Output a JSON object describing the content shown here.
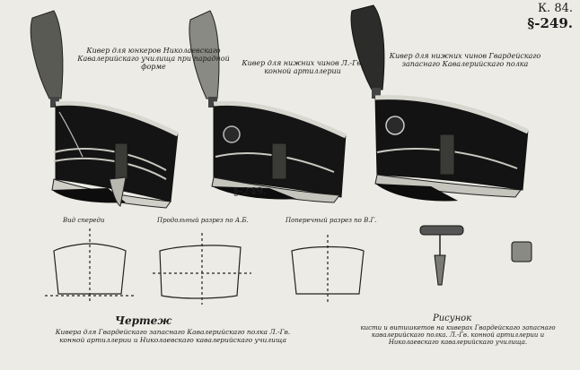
{
  "header": {
    "plate_no": "К. 84.",
    "section": "§-249."
  },
  "captions": {
    "shako1": "Кивер для юнкеров Николаевскаго Кавалерийскаго училища при парадной форме",
    "shako2": "Кивер для нижних чинов Л.-Гв. конной артиллерии",
    "shako3": "Кивер для нижних чинов Гвардейскаго запаснаго Кавалерийскаго полка",
    "center_section": "§-249.",
    "view_front": "Вид спереди",
    "view_lateral": "Продольный разрез по А.Б.",
    "view_cross": "Поперечный разрез по В.Г.",
    "drawing_title": "Чертеж",
    "drawing_desc": "Кивера для Гвардейскаго запаснаго Кавалерийскаго полка Л.-Гв. конной артиллерии и Николаевскаго кавалерийскаго училища",
    "figure_title": "Рисунок",
    "figure_desc": "кисти и витишкетов на киверах Гвардейскаго запаснаго кавалерийскаго полка. Л.-Гв. конной артиллерии и Николаевскаго кавалерийскаго училища."
  }
}
